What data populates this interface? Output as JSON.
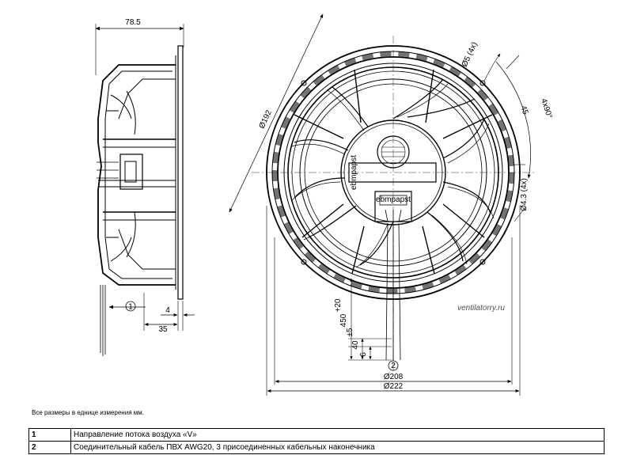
{
  "dimensions": {
    "side_depth": "78.5",
    "flange": "4",
    "side_35": "35",
    "hole_d5": "Ø5 (4x)",
    "angle": "4x90°",
    "angle_45": "45",
    "hole_d43": "Ø4.3 (4x)",
    "d192": "Ø192",
    "d208": "Ø208",
    "d222": "Ø222",
    "cable_450": "450",
    "cable_450_tol": "+20",
    "cable_40": "40",
    "cable_40_tol": "±5",
    "cable_6": "6"
  },
  "callouts": {
    "c1": "1",
    "c2": "2"
  },
  "watermark": "ventilatorry.ru",
  "motor_label_1": "ebmpapst",
  "motor_label_2": "ebmpapst",
  "note": "Все размеры в еднице измерения мм.",
  "legend": [
    {
      "num": "1",
      "text": "Направление потока воздуха «V»"
    },
    {
      "num": "2",
      "text": "Соединительный кабель ПВХ AWG20, 3 присоединенных кабельных наконечника"
    }
  ]
}
